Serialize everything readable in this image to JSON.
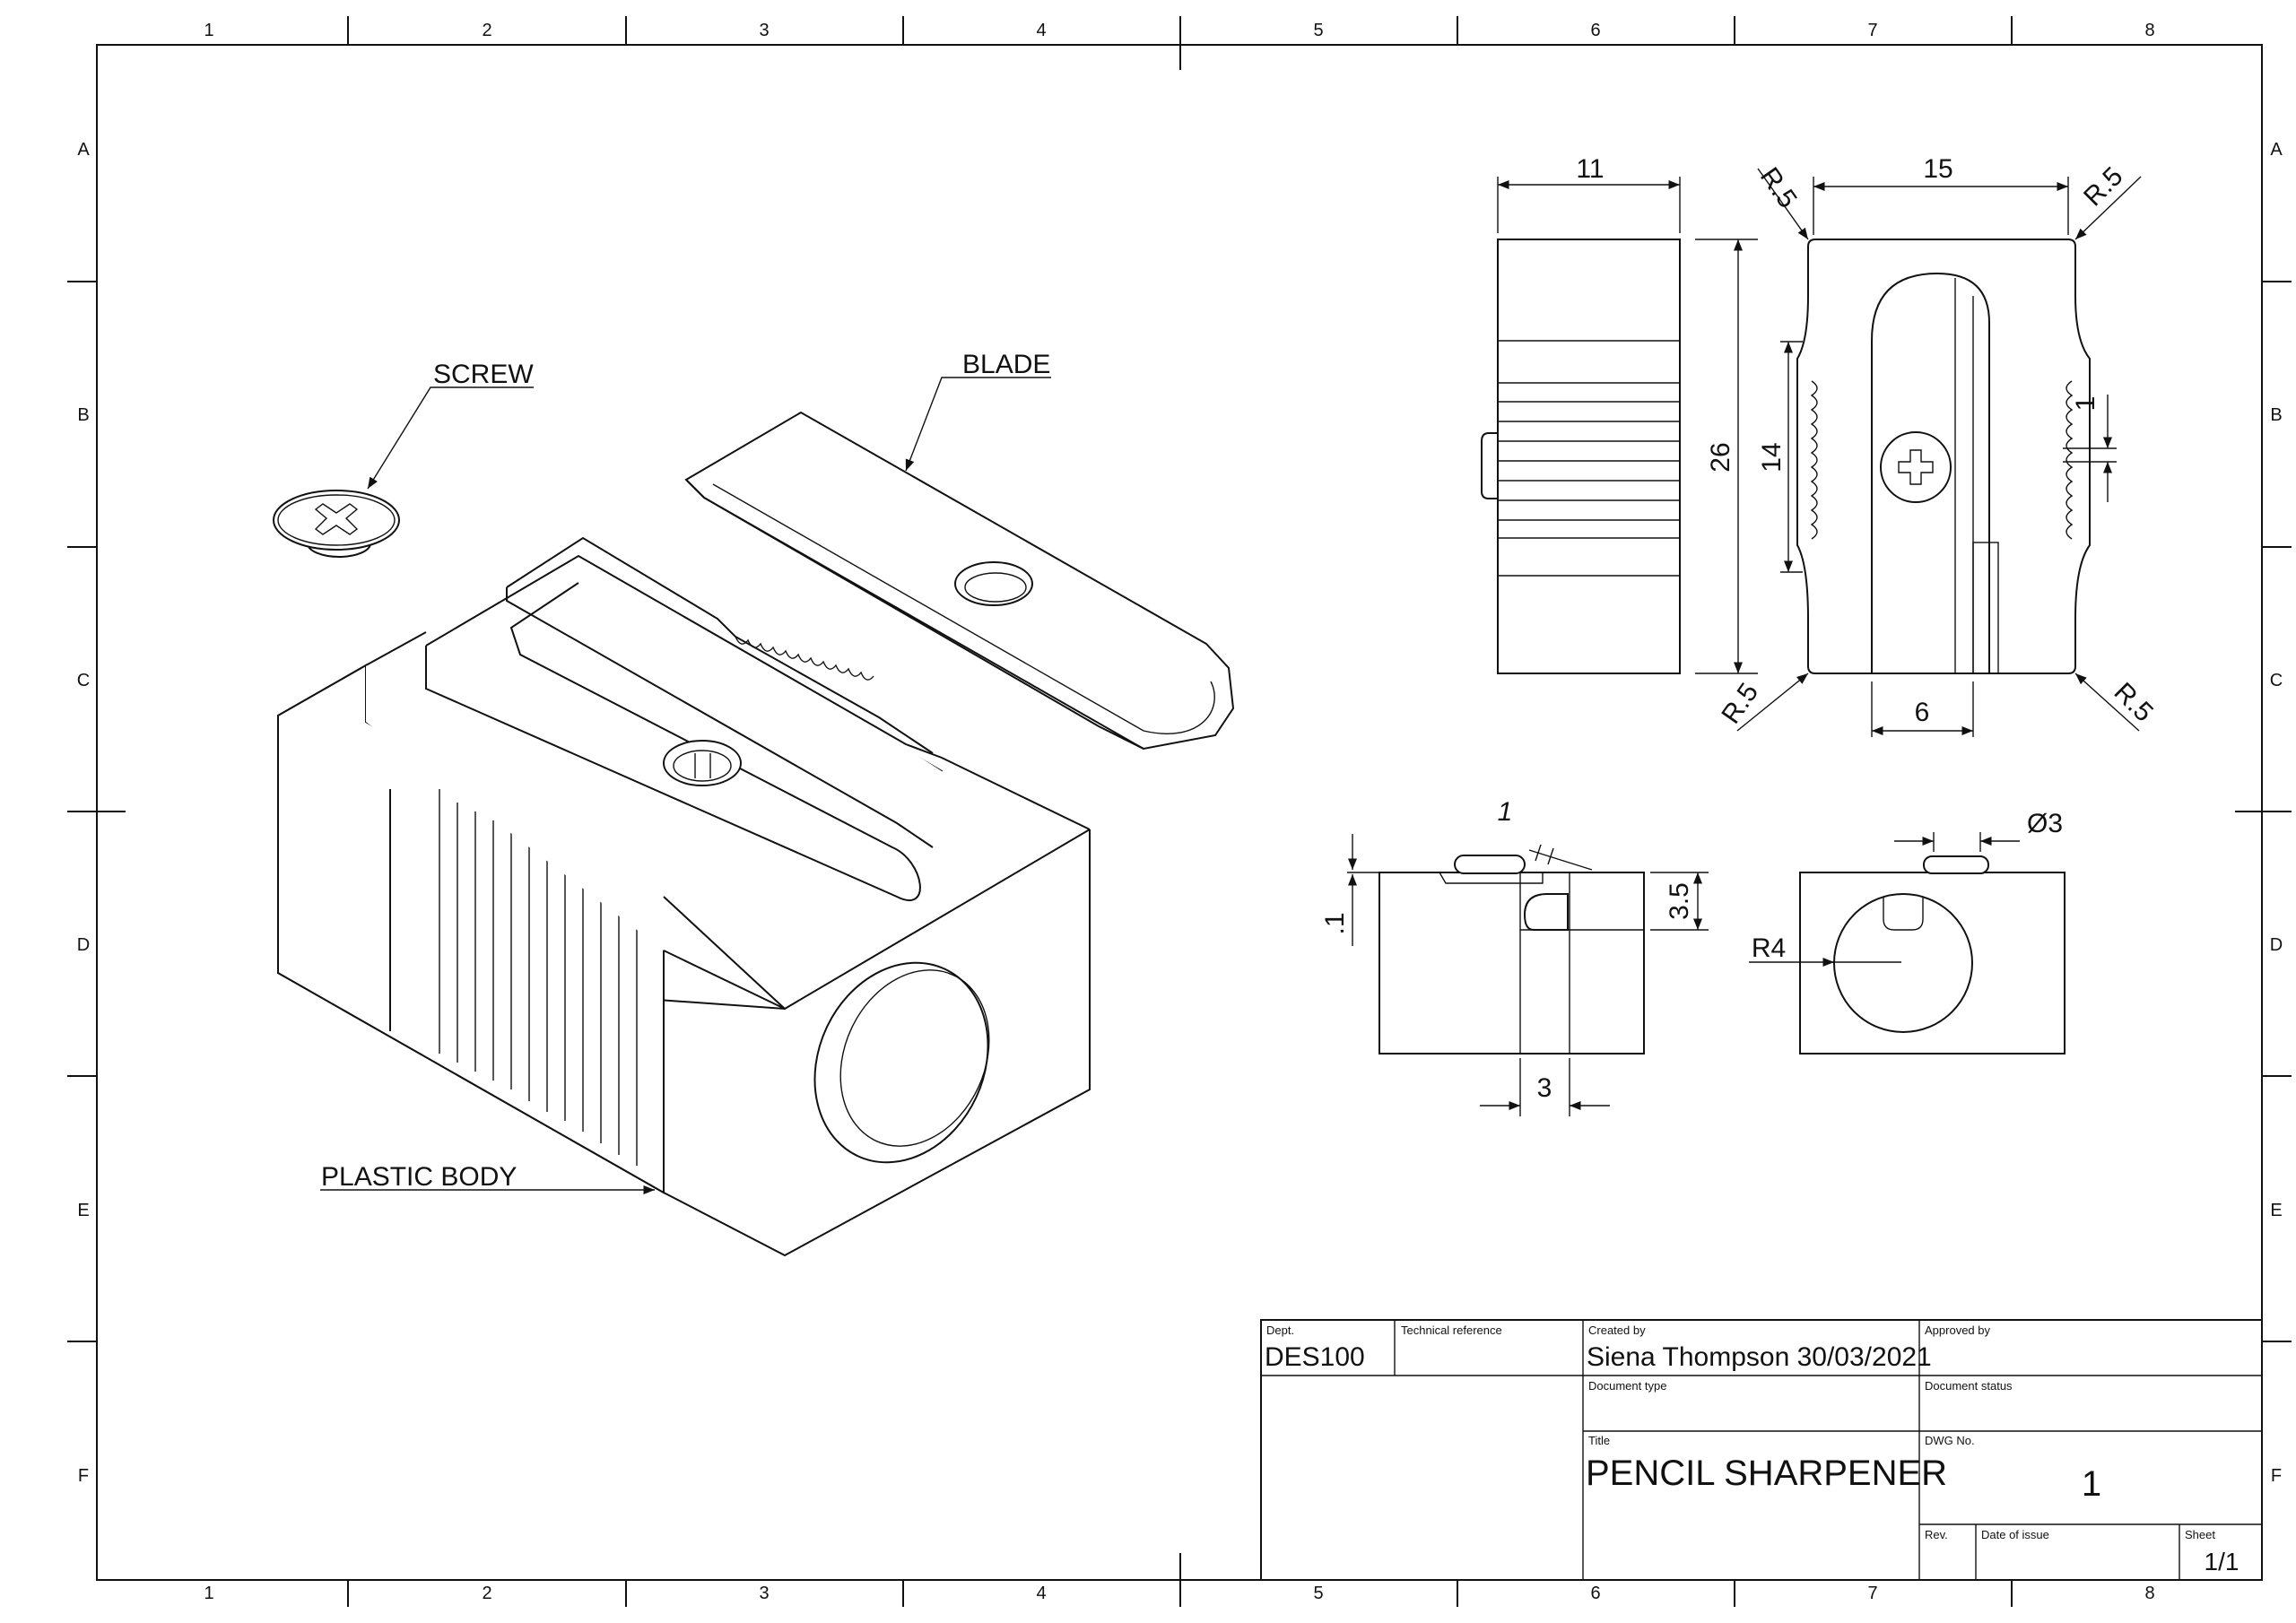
{
  "drawing": {
    "grid_columns": [
      "1",
      "2",
      "3",
      "4",
      "5",
      "6",
      "7",
      "8"
    ],
    "grid_rows": [
      "A",
      "B",
      "C",
      "D",
      "E",
      "F"
    ],
    "callouts": {
      "screw": "SCREW",
      "blade": "BLADE",
      "body": "PLASTIC BODY"
    },
    "dimensions": {
      "side_width": "11",
      "front_width": "15",
      "height": "26",
      "slot_height": "14",
      "tooth_pitch": "1",
      "opening_width": "6",
      "radius_tl": "R.5",
      "radius_tr": "R.5",
      "radius_bl": "R.5",
      "radius_br": "R.5",
      "blade_thickness": "1",
      "blade_offset": ".1",
      "depth": "3.5",
      "hole_offset": "3",
      "screw_dia": "Ø3",
      "bore_radius": "R4"
    }
  },
  "title_block": {
    "dept_label": "Dept.",
    "dept_value": "DES100",
    "tech_ref_label": "Technical reference",
    "created_by_label": "Created by",
    "created_by_value": "Siena Thompson 30/03/2021",
    "approved_by_label": "Approved by",
    "doc_type_label": "Document type",
    "doc_status_label": "Document status",
    "title_label": "Title",
    "title_value": "PENCIL SHARPENER",
    "dwg_no_label": "DWG No.",
    "dwg_no_value": "1",
    "rev_label": "Rev.",
    "date_label": "Date of issue",
    "sheet_label": "Sheet",
    "sheet_value": "1/1"
  }
}
